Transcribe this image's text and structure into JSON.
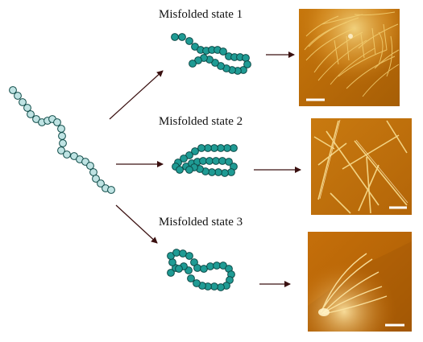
{
  "states": [
    {
      "id": "1",
      "label": "Misfolded state 1"
    },
    {
      "id": "2",
      "label": "Misfolded state 2"
    },
    {
      "id": "3",
      "label": "Misfolded state 3"
    }
  ],
  "colors": {
    "unfolded_bead": "#bfe3e3",
    "misfolded_bead": "#1f9b94",
    "bead_stroke": "#0d4a47",
    "arrow": "#3a1010"
  }
}
